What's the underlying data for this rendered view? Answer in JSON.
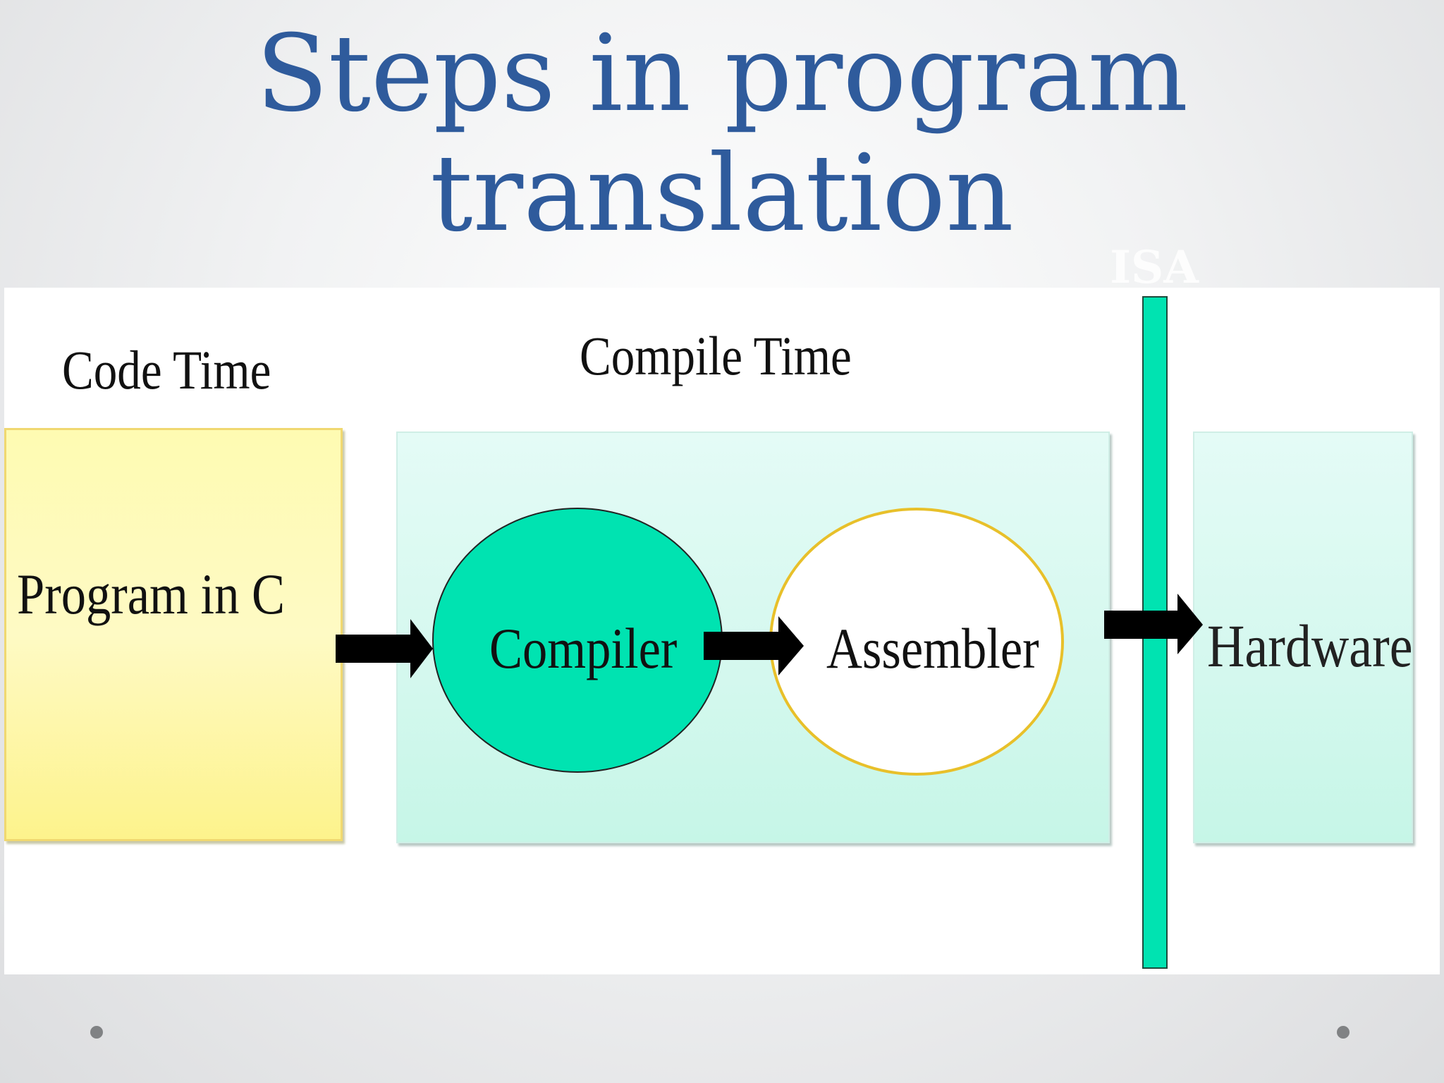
{
  "slide": {
    "title_lines": [
      "Steps in program",
      "translation"
    ]
  },
  "diagram": {
    "phases": {
      "code_time": "Code Time",
      "compile_time": "Compile Time"
    },
    "nodes": {
      "program": "Program in C",
      "compiler": "Compiler",
      "assembler": "Assembler",
      "hardware": "Hardware"
    },
    "isa_label": "ISA"
  },
  "colors": {
    "title": "#2f5b9c",
    "teal": "#00e3b1",
    "yellow_box": "#fefbb2",
    "mint_box": "#d4f8ee",
    "assembler_border": "#e8c02a"
  }
}
